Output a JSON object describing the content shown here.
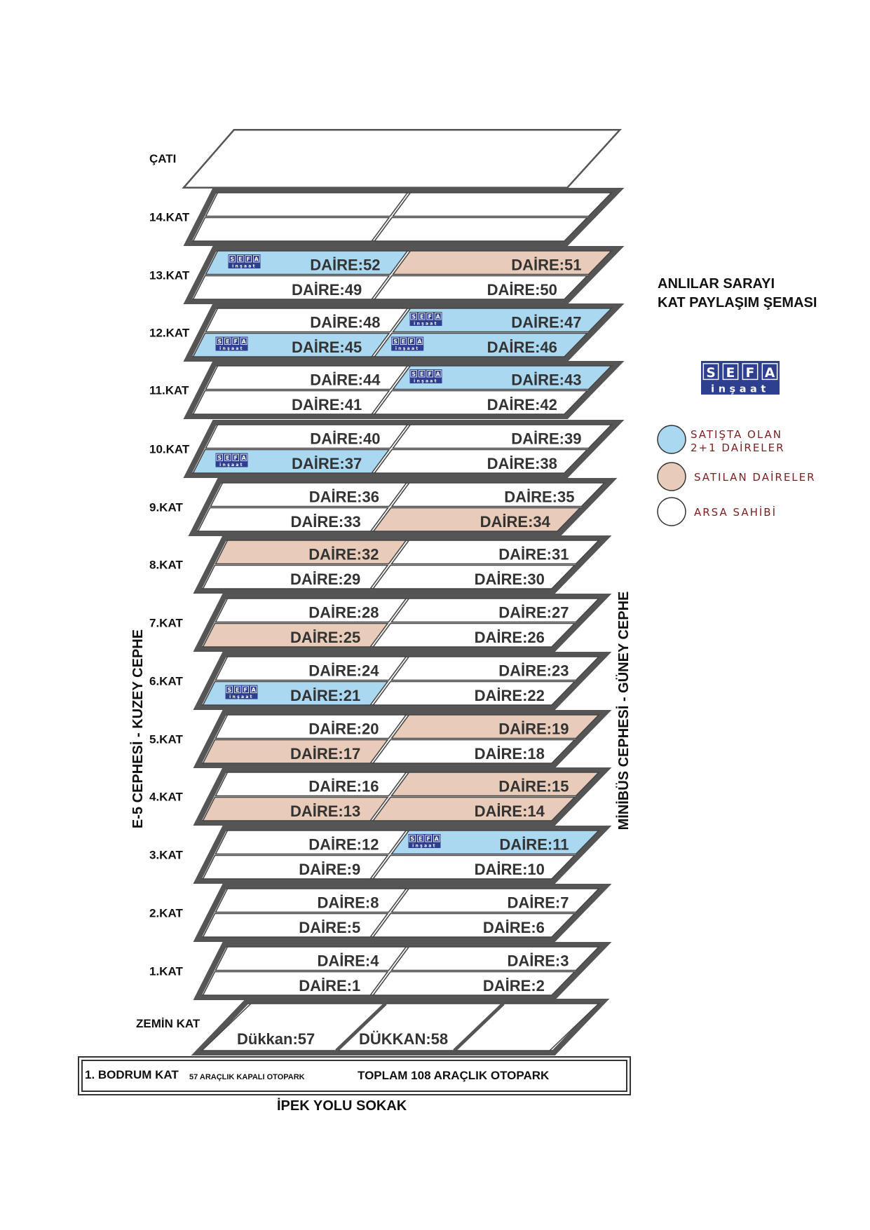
{
  "title": {
    "line1": "ANLILAR SARAYI",
    "line2": "KAT PAYLAŞIM ŞEMASI"
  },
  "logo": {
    "letters": [
      "S",
      "E",
      "F",
      "A"
    ],
    "sub": "inşaat",
    "color": "#2f3f8f"
  },
  "colors": {
    "sale": "#a9d8f0",
    "sold": "#e8cbb9",
    "owner": "#ffffff",
    "frame": "#555555"
  },
  "legend": [
    {
      "status": "sale",
      "line1": "SATIŞTA OLAN",
      "line2": "2+1 DAİRELER"
    },
    {
      "status": "sold",
      "line1": "SATILAN DAİRELER",
      "line2": ""
    },
    {
      "status": "owner",
      "line1": "ARSA SAHİBİ",
      "line2": ""
    }
  ],
  "side_left": "E-5 CEPHESİ  - KUZEY CEPHE",
  "side_right": "MİNİBÜS CEPHESİ  - GÜNEY CEPHE",
  "roof_label": "ÇATI",
  "floors": [
    {
      "label": "14.KAT",
      "units": [
        {
          "label": "",
          "status": "owner"
        },
        {
          "label": "",
          "status": "owner"
        },
        {
          "label": "",
          "status": "owner"
        },
        {
          "label": "",
          "status": "owner"
        }
      ]
    },
    {
      "label": "13.KAT",
      "units": [
        {
          "label": "DAİRE:52",
          "status": "sale",
          "logo": true
        },
        {
          "label": "DAİRE:51",
          "status": "sold"
        },
        {
          "label": "DAİRE:49",
          "status": "owner"
        },
        {
          "label": "DAİRE:50",
          "status": "owner"
        }
      ]
    },
    {
      "label": "12.KAT",
      "units": [
        {
          "label": "DAİRE:48",
          "status": "owner"
        },
        {
          "label": "DAİRE:47",
          "status": "sale",
          "logo": true
        },
        {
          "label": "DAİRE:45",
          "status": "sale",
          "logo": true
        },
        {
          "label": "DAİRE:46",
          "status": "sale",
          "logo": true
        }
      ]
    },
    {
      "label": "11.KAT",
      "units": [
        {
          "label": "DAİRE:44",
          "status": "owner"
        },
        {
          "label": "DAİRE:43",
          "status": "sale",
          "logo": true
        },
        {
          "label": "DAİRE:41",
          "status": "owner"
        },
        {
          "label": "DAİRE:42",
          "status": "owner"
        }
      ]
    },
    {
      "label": "10.KAT",
      "units": [
        {
          "label": "DAİRE:40",
          "status": "owner"
        },
        {
          "label": "DAİRE:39",
          "status": "owner"
        },
        {
          "label": "DAİRE:37",
          "status": "sale",
          "logo": true
        },
        {
          "label": "DAİRE:38",
          "status": "owner"
        }
      ]
    },
    {
      "label": "9.KAT",
      "units": [
        {
          "label": "DAİRE:36",
          "status": "owner"
        },
        {
          "label": "DAİRE:35",
          "status": "owner"
        },
        {
          "label": "DAİRE:33",
          "status": "owner"
        },
        {
          "label": "DAİRE:34",
          "status": "sold"
        }
      ]
    },
    {
      "label": "8.KAT",
      "units": [
        {
          "label": "DAİRE:32",
          "status": "sold"
        },
        {
          "label": "DAİRE:31",
          "status": "owner"
        },
        {
          "label": "DAİRE:29",
          "status": "owner"
        },
        {
          "label": "DAİRE:30",
          "status": "owner"
        }
      ]
    },
    {
      "label": "7.KAT",
      "units": [
        {
          "label": "DAİRE:28",
          "status": "owner"
        },
        {
          "label": "DAİRE:27",
          "status": "owner"
        },
        {
          "label": "DAİRE:25",
          "status": "sold"
        },
        {
          "label": "DAİRE:26",
          "status": "owner"
        }
      ]
    },
    {
      "label": "6.KAT",
      "units": [
        {
          "label": "DAİRE:24",
          "status": "owner"
        },
        {
          "label": "DAİRE:23",
          "status": "owner"
        },
        {
          "label": "DAİRE:21",
          "status": "sale",
          "logo": true
        },
        {
          "label": "DAİRE:22",
          "status": "owner"
        }
      ]
    },
    {
      "label": "5.KAT",
      "units": [
        {
          "label": "DAİRE:20",
          "status": "owner"
        },
        {
          "label": "DAİRE:19",
          "status": "sold"
        },
        {
          "label": "DAİRE:17",
          "status": "sold"
        },
        {
          "label": "DAİRE:18",
          "status": "owner"
        }
      ]
    },
    {
      "label": "4.KAT",
      "units": [
        {
          "label": "DAİRE:16",
          "status": "owner"
        },
        {
          "label": "DAİRE:15",
          "status": "sold"
        },
        {
          "label": "DAİRE:13",
          "status": "sold"
        },
        {
          "label": "DAİRE:14",
          "status": "sold"
        }
      ]
    },
    {
      "label": "3.KAT",
      "units": [
        {
          "label": "DAİRE:12",
          "status": "owner"
        },
        {
          "label": "DAİRE:11",
          "status": "sale",
          "logo": true
        },
        {
          "label": "DAİRE:9",
          "status": "owner"
        },
        {
          "label": "DAİRE:10",
          "status": "owner"
        }
      ]
    },
    {
      "label": "2.KAT",
      "units": [
        {
          "label": "DAİRE:8",
          "status": "owner"
        },
        {
          "label": "DAİRE:7",
          "status": "owner"
        },
        {
          "label": "DAİRE:5",
          "status": "owner"
        },
        {
          "label": "DAİRE:6",
          "status": "owner"
        }
      ]
    },
    {
      "label": "1.KAT",
      "units": [
        {
          "label": "DAİRE:4",
          "status": "owner"
        },
        {
          "label": "DAİRE:3",
          "status": "owner"
        },
        {
          "label": "DAİRE:1",
          "status": "owner"
        },
        {
          "label": "DAİRE:2",
          "status": "owner"
        }
      ]
    }
  ],
  "ground": {
    "label": "ZEMİN KAT",
    "shops": [
      "Dükkan:57",
      "DÜKKAN:58",
      ""
    ]
  },
  "basement": {
    "label": "1. BODRUM KAT",
    "parking_closed": "57 ARAÇLIK  KAPALI  OTOPARK",
    "parking_total": "TOPLAM 108 ARAÇLIK OTOPARK"
  },
  "street": "İPEK YOLU SOKAK"
}
